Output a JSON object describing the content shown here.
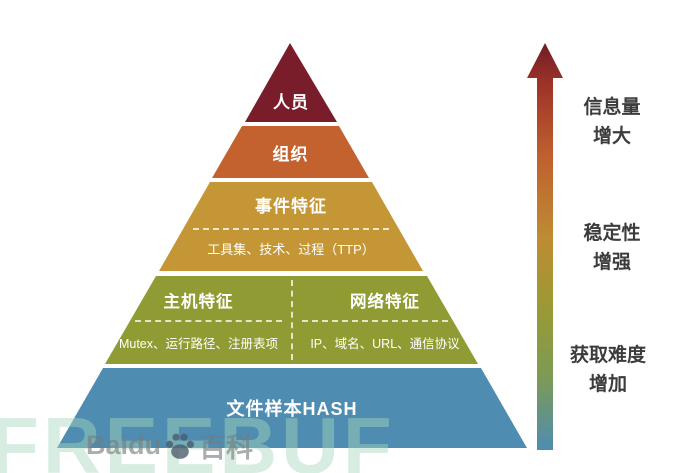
{
  "pyramid": {
    "levels": [
      {
        "id": "people",
        "label": "人员",
        "color": "#7a1d2a"
      },
      {
        "id": "org",
        "label": "组织",
        "color": "#c4622f"
      },
      {
        "id": "incident",
        "label": "事件特征",
        "sublabel": "工具集、技术、过程（TTP）",
        "color": "#c49636"
      },
      {
        "id": "hostnet",
        "color": "#909c33",
        "left": {
          "label": "主机特征",
          "sublabel": "Mutex、运行路径、注册表项"
        },
        "right": {
          "label": "网络特征",
          "sublabel": "IP、域名、URL、通信协议"
        }
      },
      {
        "id": "hash",
        "label": "文件样本HASH",
        "color": "#4e8db1"
      }
    ]
  },
  "axis": {
    "arrow_gradient_top": "#701c26",
    "arrow_gradient_bottom": "#4e8db1",
    "labels": [
      {
        "line1": "信息量",
        "line2": "增大"
      },
      {
        "line1": "稳定性",
        "line2": "增强"
      },
      {
        "line1": "获取难度",
        "line2": "增加"
      }
    ]
  },
  "watermark": {
    "overlay": "FREEBUF",
    "brand_left": "Baidu",
    "brand_right": "百科"
  }
}
